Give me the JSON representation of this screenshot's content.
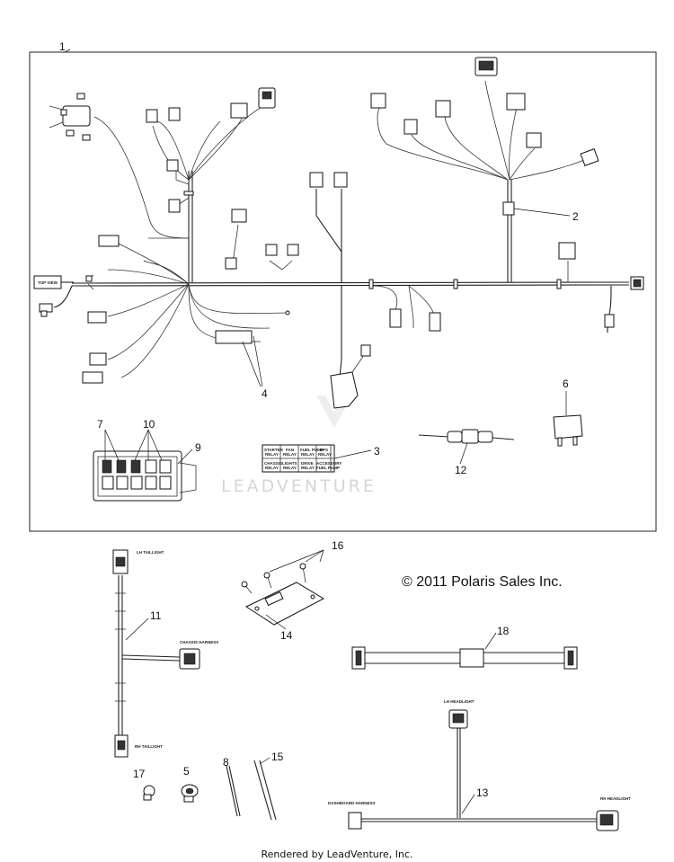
{
  "diagram": {
    "callouts": [
      "1",
      "2",
      "3",
      "4",
      "5",
      "6",
      "7",
      "8",
      "9",
      "10",
      "11",
      "12",
      "13",
      "14",
      "15",
      "16",
      "17",
      "18"
    ],
    "watermark": "LEADVENTURE",
    "copyright": "© 2011 Polaris Sales Inc.",
    "footer": "Rendered by LeadVenture, Inc.",
    "small_labels": {
      "top_view": "TOP VIEW",
      "lh_taillight": "LH TAILLIGHT",
      "rh_taillight": "RH TAILLIGHT",
      "chassis_harness": "CHASSIS HARNESS",
      "lh_headlight": "LH HEADLIGHT",
      "rh_headlight": "RH HEADLIGHT",
      "dashboard_harness": "DASHBOARD HARNESS"
    },
    "relay_label": {
      "row1": [
        "STARTER",
        "FAN",
        "FUEL PUMP",
        "EPS"
      ],
      "row1b": [
        "RELAY",
        "RELAY",
        "RELAY",
        "RELAY"
      ],
      "row2": [
        "CHASSIS",
        "LIGHTS",
        "DRIVE",
        "ACCESSORY"
      ],
      "row2b": [
        "RELAY",
        "RELAY",
        "RELAY",
        "FUEL PUMP"
      ]
    }
  }
}
